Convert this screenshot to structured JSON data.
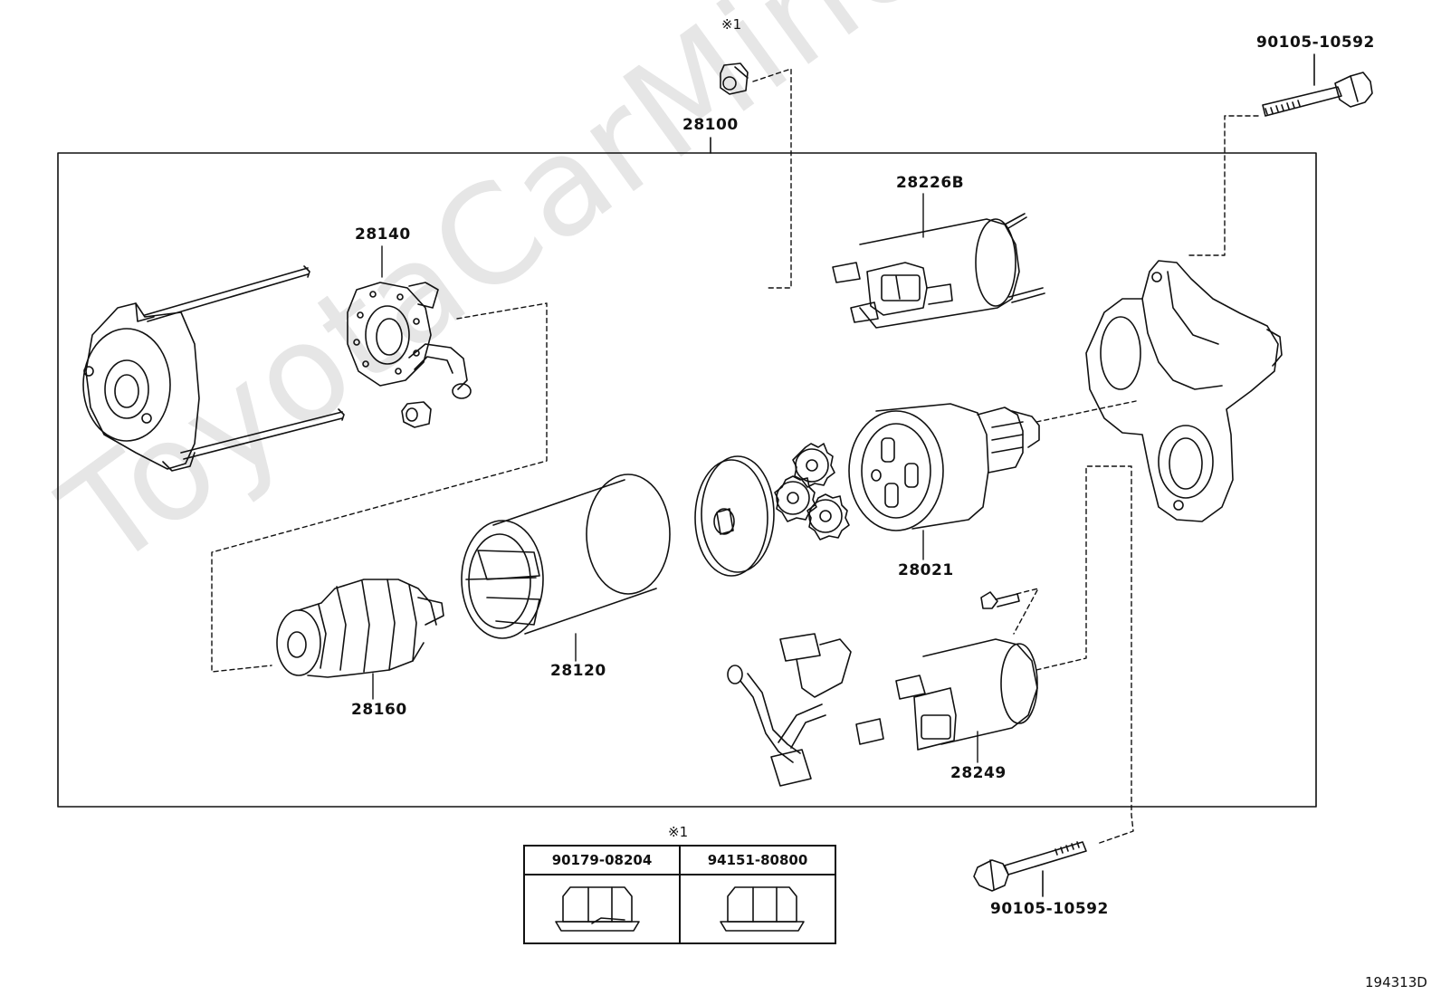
{
  "watermark": "ToyotaCarMine.ru",
  "figure_id": "194313D",
  "assembly": {
    "part_no": "28100"
  },
  "parts": [
    {
      "id": "note-top",
      "label": "※1"
    },
    {
      "id": "bolt-top",
      "label": "90105-10592"
    },
    {
      "id": "solenoid-lead",
      "label": "28226B"
    },
    {
      "id": "brush-holder",
      "label": "28140"
    },
    {
      "id": "clutch-assy",
      "label": "28021"
    },
    {
      "id": "yoke",
      "label": "28120"
    },
    {
      "id": "armature",
      "label": "28160"
    },
    {
      "id": "solenoid-switch",
      "label": "28249"
    },
    {
      "id": "bolt-bottom",
      "label": "90105-10592"
    }
  ],
  "legend": {
    "note": "※1",
    "columns": [
      {
        "part_no": "90179-08204",
        "icon": "hex-flange-nut-icon"
      },
      {
        "part_no": "94151-80800",
        "icon": "hex-flange-nut-icon"
      }
    ]
  }
}
